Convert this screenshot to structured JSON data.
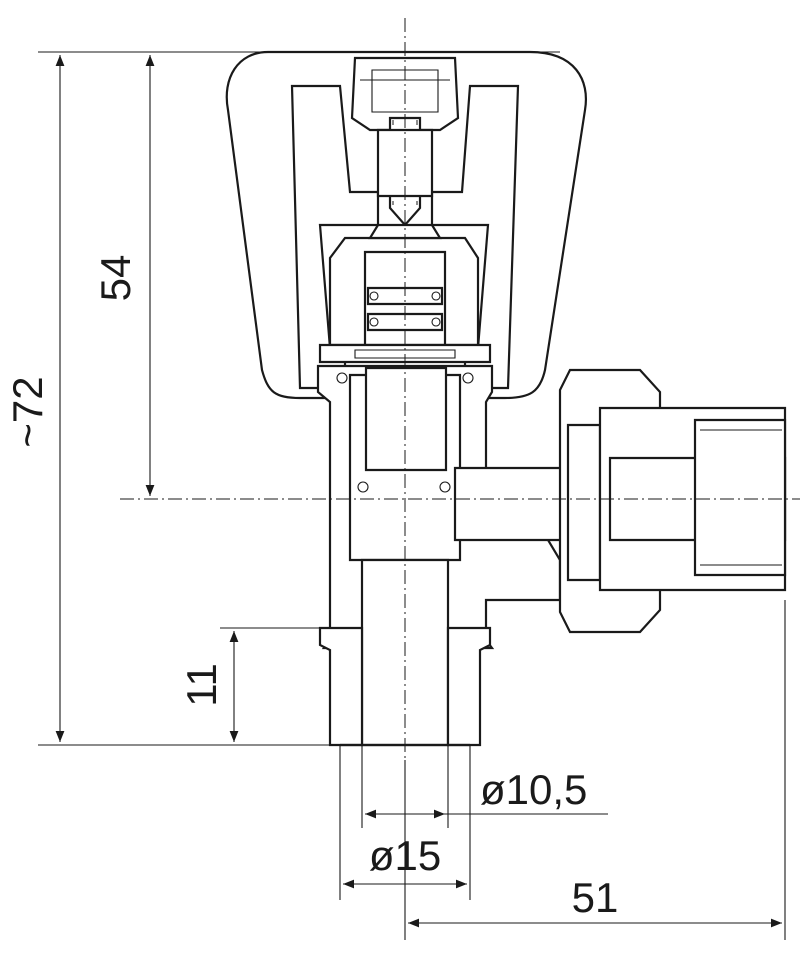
{
  "drawing": {
    "dimensions": {
      "overall_height": "~72",
      "axis_height": "54",
      "thread_length": "11",
      "inner_diameter": "ø10,5",
      "outer_diameter": "ø15",
      "offset_width": "51"
    }
  }
}
